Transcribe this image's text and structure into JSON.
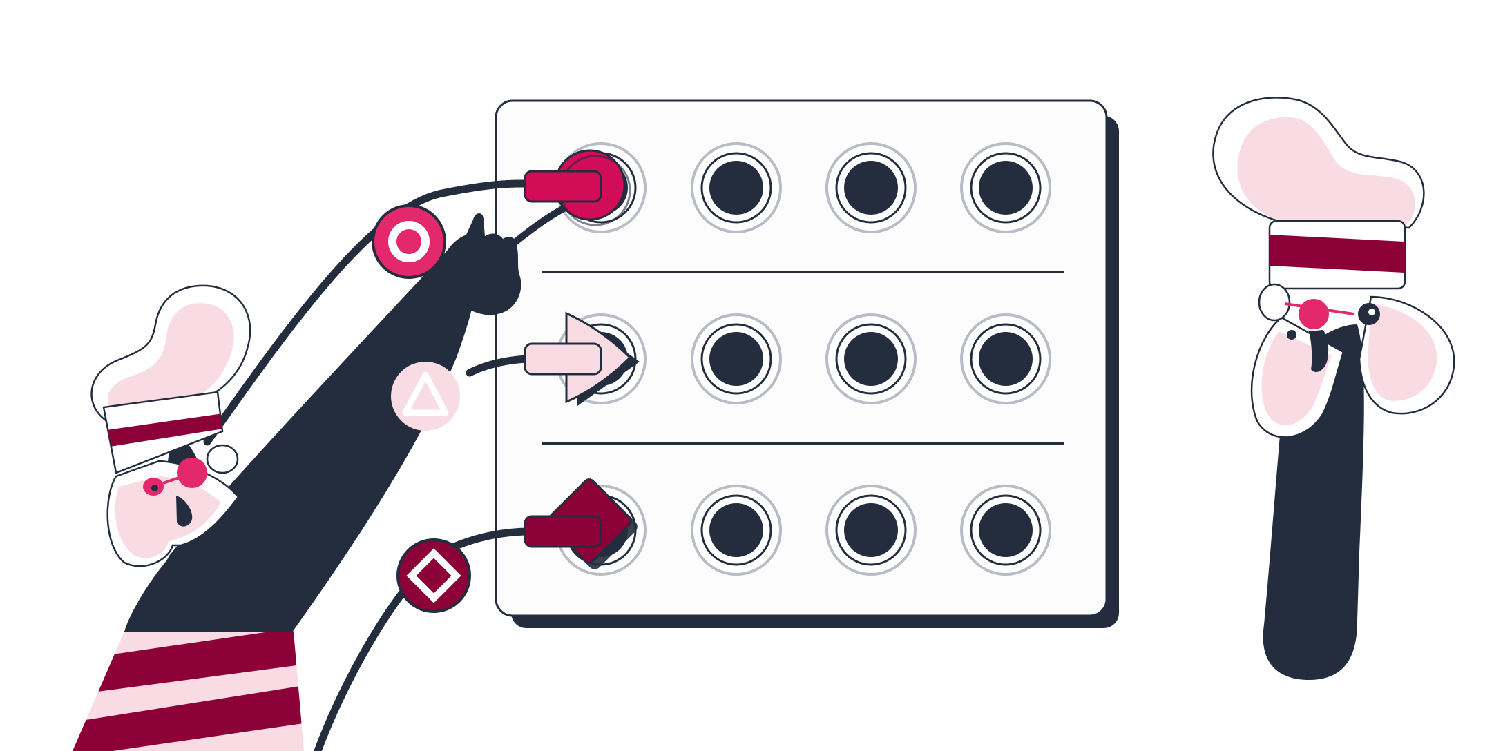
{
  "palette": {
    "background": "#ffffff",
    "ink": "#232d3e",
    "panel": "#fcfcfd",
    "ring": "#b9bcc6",
    "pink_light": "#f8dbe3",
    "pink_hot": "#e3286b",
    "crimson": "#d20c57",
    "maroon": "#8c0238"
  },
  "board": {
    "rows": [
      {
        "connector": "circle-plug",
        "connector_color": "crimson",
        "badge_icon": "circle-icon"
      },
      {
        "connector": "arrow-plug",
        "connector_color": "pink_light",
        "badge_icon": "triangle-icon"
      },
      {
        "connector": "diamond-plug",
        "connector_color": "maroon",
        "badge_icon": "diamond-icon"
      }
    ],
    "sockets_per_row": 4
  },
  "characters": [
    {
      "name": "left-figure",
      "pose": "holding-cable-and-pointing"
    },
    {
      "name": "right-figure",
      "pose": "peeking"
    }
  ]
}
